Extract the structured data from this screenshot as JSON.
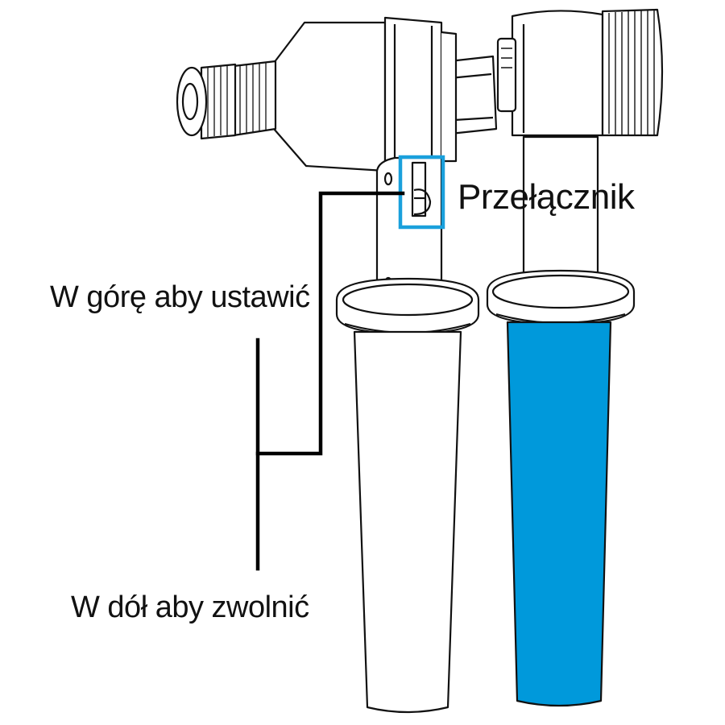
{
  "labels": {
    "switch": "Przełącznik",
    "up": "W górę aby ustawić",
    "down": "W dół aby zwolnić"
  },
  "colors": {
    "filter_cartridge": "#0099db",
    "highlight_box": "#1aa0dc",
    "outline": "#111111"
  },
  "icons": [
    "switch-icon",
    "knurled-knob-icon"
  ]
}
